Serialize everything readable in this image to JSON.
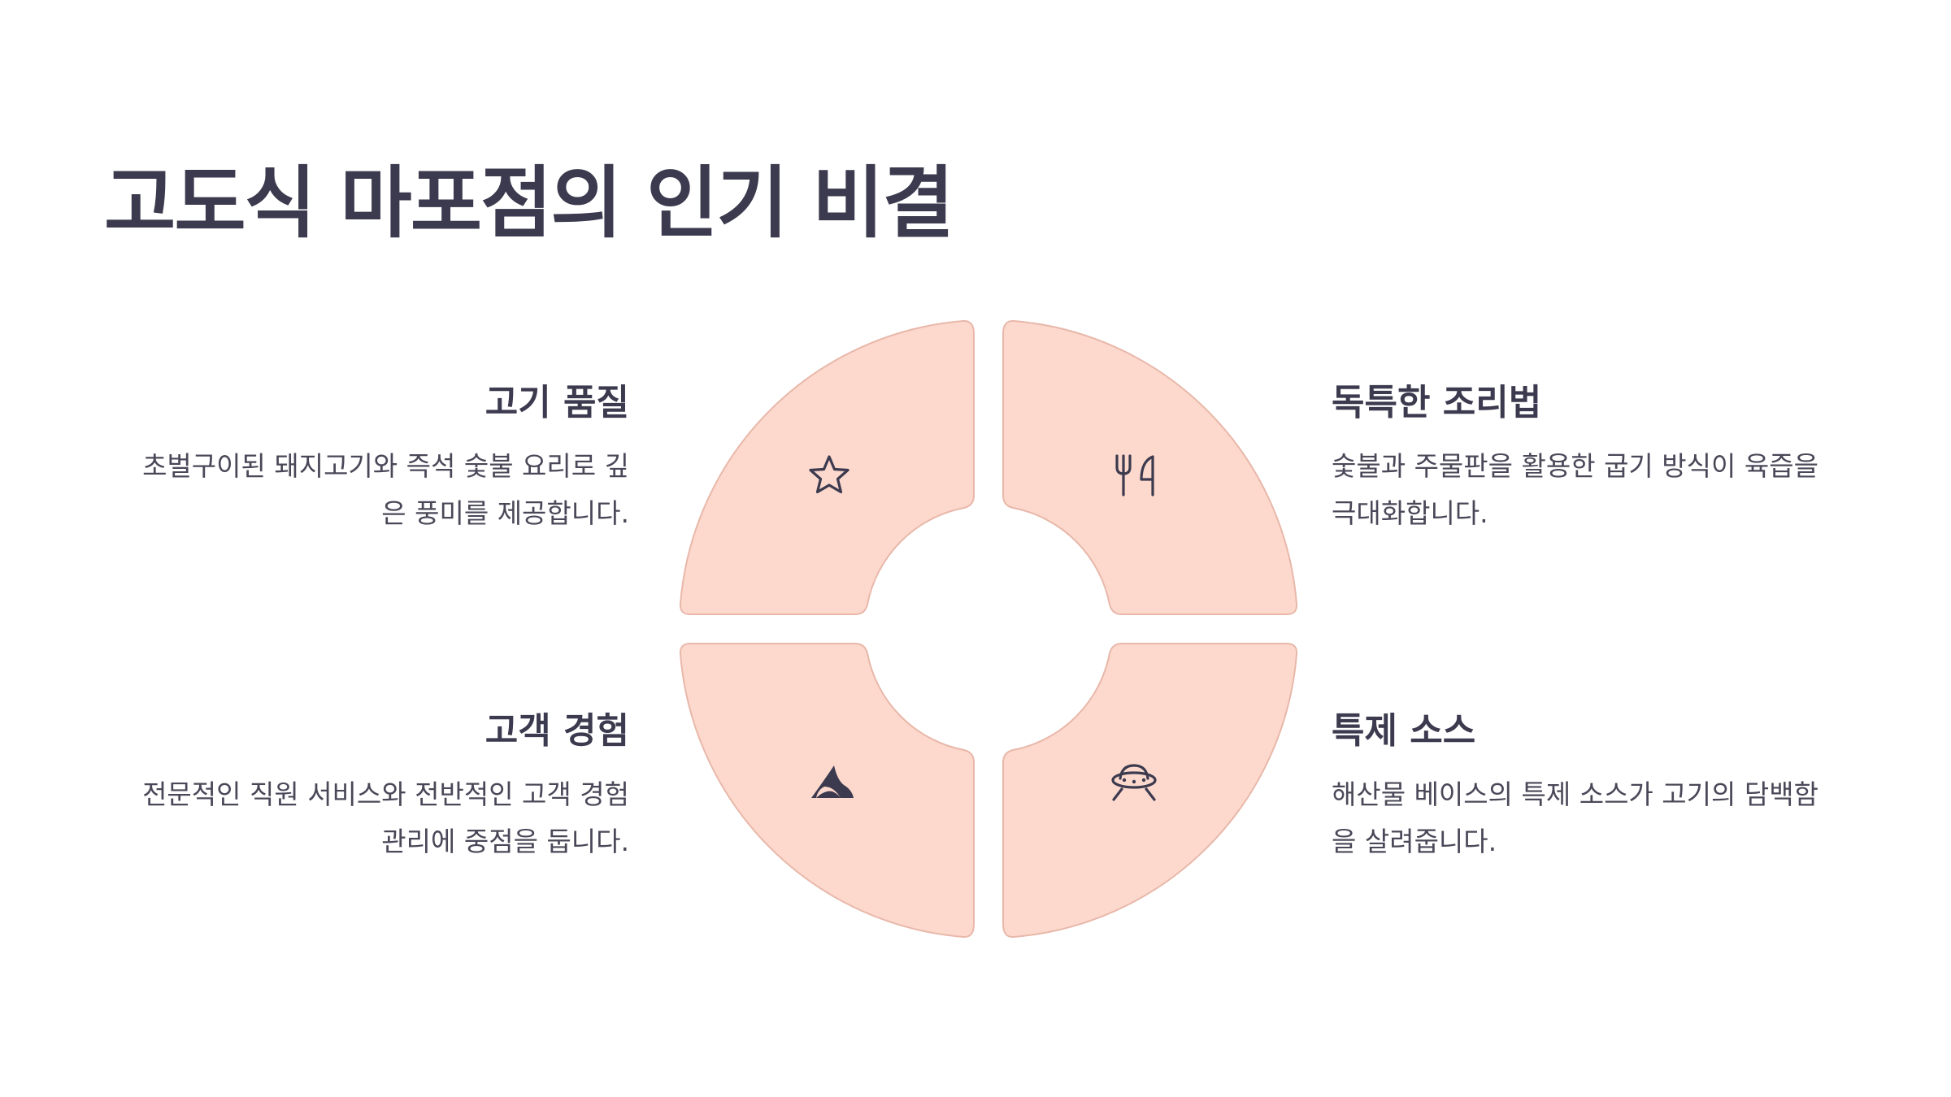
{
  "slide": {
    "title": "고도식 마포점의 인기 비결"
  },
  "diagram": {
    "fill_color": "#fdd9cd",
    "stroke_color": "#e8b8aa",
    "text_color": "#3c3a4e",
    "sections": [
      {
        "id": "top-left",
        "heading": "고기 품질",
        "line1": "초벌구이된 돼지고기와 즉석 숯불 요리로 깊",
        "line2": "은 풍미를 제공합니다.",
        "icon": "star-icon"
      },
      {
        "id": "top-right",
        "heading": "독특한 조리법",
        "line1": "숯불과 주물판을 활용한 굽기 방식이 육즙을",
        "line2": "극대화합니다.",
        "icon": "fork-knife-icon"
      },
      {
        "id": "bottom-left",
        "heading": "고객 경험",
        "line1": "전문적인 직원 서비스와 전반적인 고객 경험",
        "line2": "관리에 중점을 둡니다.",
        "icon": "shark-fin-icon"
      },
      {
        "id": "bottom-right",
        "heading": "특제 소스",
        "line1": "해산물 베이스의 특제 소스가 고기의 담백함",
        "line2": "을 살려줍니다.",
        "icon": "ufo-icon"
      }
    ]
  }
}
